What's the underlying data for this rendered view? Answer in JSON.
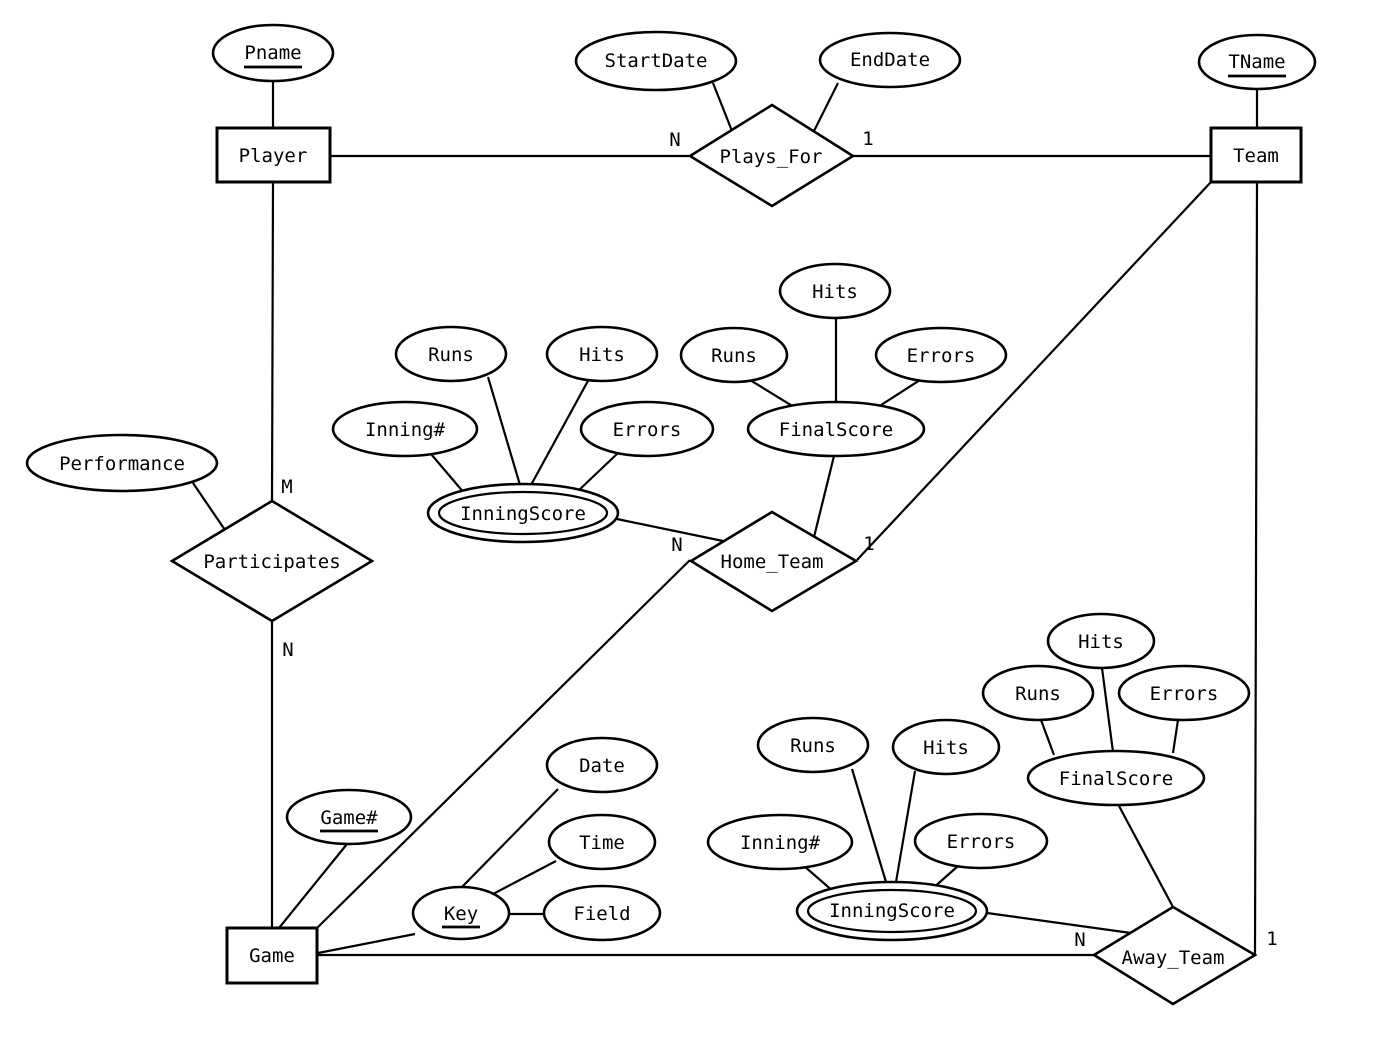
{
  "diagram": {
    "kind": "entity-relationship-diagram",
    "colors": {
      "stroke": "#000000",
      "background": "#ffffff",
      "text": "#000000"
    },
    "entities": {
      "player": "Player",
      "team": "Team",
      "game": "Game"
    },
    "relationships": {
      "plays_for": "Plays_For",
      "participates": "Participates",
      "home_team": "Home_Team",
      "away_team": "Away_Team"
    },
    "attributes": {
      "pname": "Pname",
      "start_date": "StartDate",
      "end_date": "EndDate",
      "tname": "TName",
      "performance": "Performance",
      "game_number": "Game#",
      "key": "Key",
      "date": "Date",
      "time": "Time",
      "field": "Field",
      "inning_number": "Inning#",
      "runs": "Runs",
      "hits": "Hits",
      "errors": "Errors",
      "inning_score": "InningScore",
      "final_score": "FinalScore"
    },
    "cardinalities": {
      "plays_for_player_side": "N",
      "plays_for_team_side": "1",
      "participates_player_side": "M",
      "participates_game_side": "N",
      "home_team_game_side": "N",
      "home_team_team_side": "1",
      "away_team_game_side": "N",
      "away_team_team_side": "1"
    }
  }
}
